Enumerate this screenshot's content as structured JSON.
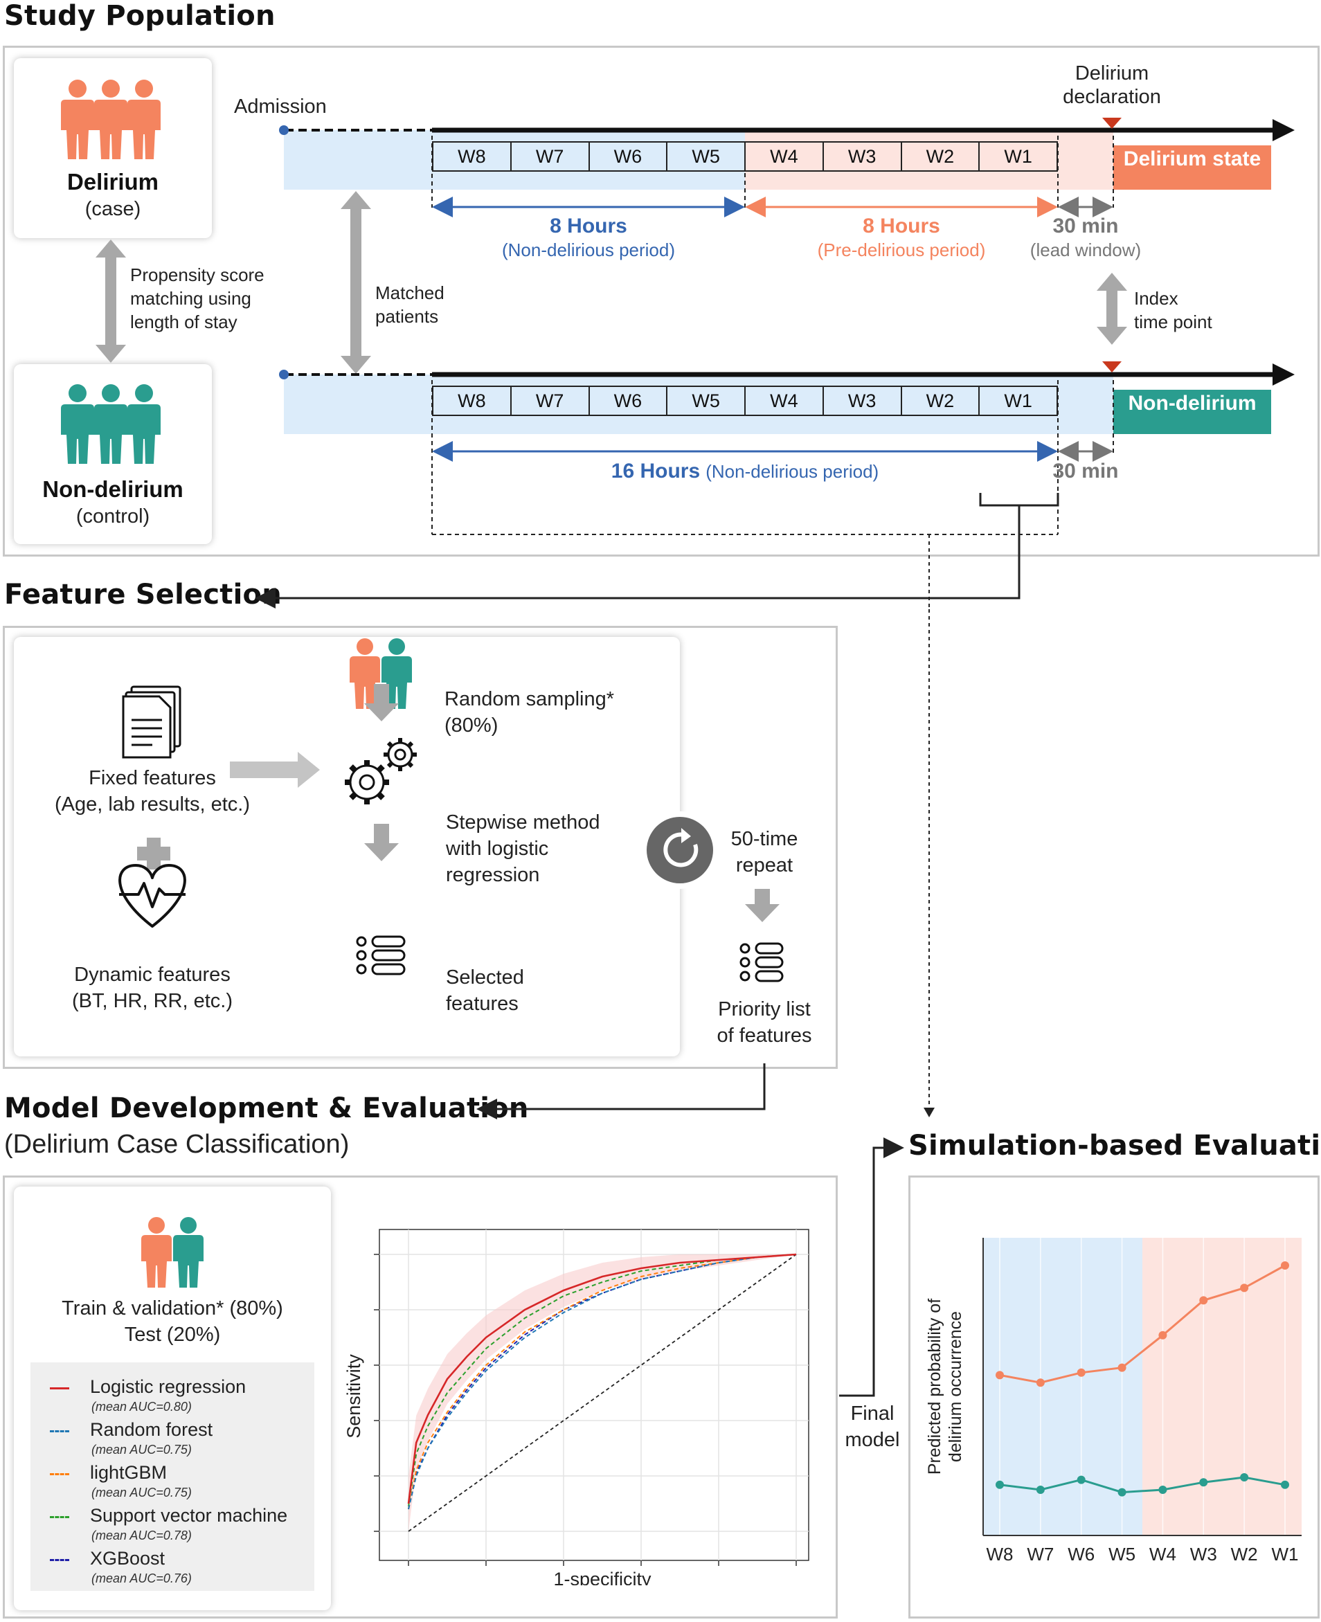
{
  "sections": {
    "study_population": "Study Population",
    "feature_selection": "Feature Selection",
    "model_dev": "Model Development & Evaluation",
    "model_dev_sub": "(Delirium Case Classification)",
    "simulation": "Simulation-based Evaluation"
  },
  "colors": {
    "orange": "#f4845f",
    "teal": "#2a9d8f",
    "blue_text": "#3566b0",
    "light_blue": "#dcecfa",
    "light_pink": "#fde4df",
    "gray_arrow": "#a8a8a8",
    "red_marker": "#c9391e"
  },
  "study": {
    "delirium_label": "Delirium",
    "delirium_sub": "(case)",
    "control_label": "Non-delirium",
    "control_sub": "(control)",
    "psm_text": [
      "Propensity score",
      "matching using",
      "length of stay"
    ],
    "matched_text": [
      "Matched",
      "patients"
    ],
    "admission": "Admission",
    "declaration": [
      "Delirium",
      "declaration"
    ],
    "windows": [
      "W8",
      "W7",
      "W6",
      "W5",
      "W4",
      "W3",
      "W2",
      "W1"
    ],
    "delirium_state": "Delirium state",
    "non_delirium_state": "Non-delirium",
    "case_period1_hours": "8 Hours",
    "case_period1_label": "(Non-delirious period)",
    "case_period2_hours": "8 Hours",
    "case_period2_label": "(Pre-delirious period)",
    "lead_minutes": "30 min",
    "lead_label": "(lead window)",
    "index_text": [
      "Index",
      "time point"
    ],
    "control_period_hours": "16 Hours",
    "control_period_label": "(Non-delirious period)",
    "control_lead_minutes": "30 min"
  },
  "feature_selection": {
    "fixed": [
      "Fixed features",
      "(Age, lab results, etc.)"
    ],
    "dynamic": [
      "Dynamic features",
      "(BT, HR, RR, etc.)"
    ],
    "random_sampling": [
      "Random sampling*",
      "(80%)"
    ],
    "stepwise": [
      "Stepwise method",
      "with logistic",
      "regression"
    ],
    "selected": [
      "Selected",
      "features"
    ],
    "repeat": [
      "50-time",
      "repeat"
    ],
    "priority": [
      "Priority list",
      "of features"
    ],
    "icons": [
      "documents-icon",
      "plus-icon",
      "heart-pulse-icon",
      "people-icon",
      "gears-icon",
      "list-icon",
      "repeat-icon"
    ]
  },
  "model": {
    "split": [
      "Train & validation* (80%)",
      "Test (20%)"
    ],
    "legend": [
      {
        "name": "Logistic regression",
        "auc": "(mean AUC=0.80)",
        "color": "#d62728"
      },
      {
        "name": "Random forest",
        "auc": "(mean AUC=0.75)",
        "color": "#1f77b4"
      },
      {
        "name": "lightGBM",
        "auc": "(mean AUC=0.75)",
        "color": "#ff7f0e"
      },
      {
        "name": "Support vector machine",
        "auc": "(mean AUC=0.78)",
        "color": "#2ca02c"
      },
      {
        "name": "XGBoost",
        "auc": "(mean AUC=0.76)",
        "color": "#1f1fa8"
      }
    ],
    "final_model": [
      "Final",
      "model"
    ]
  },
  "chart_data": [
    {
      "type": "line",
      "xlabel": "1-specificity",
      "ylabel": "Sensitivity",
      "xlim": [
        0,
        1
      ],
      "ylim": [
        0,
        1
      ],
      "grid": true,
      "x": [
        0,
        0.02,
        0.05,
        0.1,
        0.15,
        0.2,
        0.3,
        0.4,
        0.5,
        0.6,
        0.7,
        0.8,
        0.9,
        1.0
      ],
      "series": [
        {
          "name": "Logistic regression",
          "values": [
            0.1,
            0.32,
            0.42,
            0.55,
            0.63,
            0.7,
            0.8,
            0.87,
            0.92,
            0.95,
            0.97,
            0.98,
            0.99,
            1.0
          ]
        },
        {
          "name": "Random forest",
          "values": [
            0.08,
            0.2,
            0.3,
            0.41,
            0.5,
            0.58,
            0.7,
            0.79,
            0.86,
            0.91,
            0.94,
            0.97,
            0.99,
            1.0
          ]
        },
        {
          "name": "lightGBM",
          "values": [
            0.08,
            0.22,
            0.32,
            0.43,
            0.52,
            0.6,
            0.72,
            0.8,
            0.87,
            0.92,
            0.95,
            0.97,
            0.99,
            1.0
          ]
        },
        {
          "name": "Support vector machine",
          "values": [
            0.09,
            0.28,
            0.38,
            0.5,
            0.58,
            0.66,
            0.77,
            0.85,
            0.9,
            0.94,
            0.96,
            0.98,
            0.99,
            1.0
          ]
        },
        {
          "name": "XGBoost",
          "values": [
            0.08,
            0.21,
            0.3,
            0.42,
            0.51,
            0.59,
            0.71,
            0.8,
            0.86,
            0.91,
            0.94,
            0.97,
            0.99,
            1.0
          ]
        }
      ]
    },
    {
      "type": "line",
      "xlabel": "",
      "ylabel": "Predicted probability of delirium occurrence",
      "categories": [
        "W8",
        "W7",
        "W6",
        "W5",
        "W4",
        "W3",
        "W2",
        "W1"
      ],
      "ylim": [
        0,
        1
      ],
      "series": [
        {
          "values": [
            0.56,
            0.53,
            0.57,
            0.59,
            0.72,
            0.86,
            0.91,
            1.0
          ]
        },
        {
          "values": [
            0.12,
            0.1,
            0.14,
            0.09,
            0.1,
            0.13,
            0.15,
            0.12
          ]
        }
      ]
    }
  ]
}
